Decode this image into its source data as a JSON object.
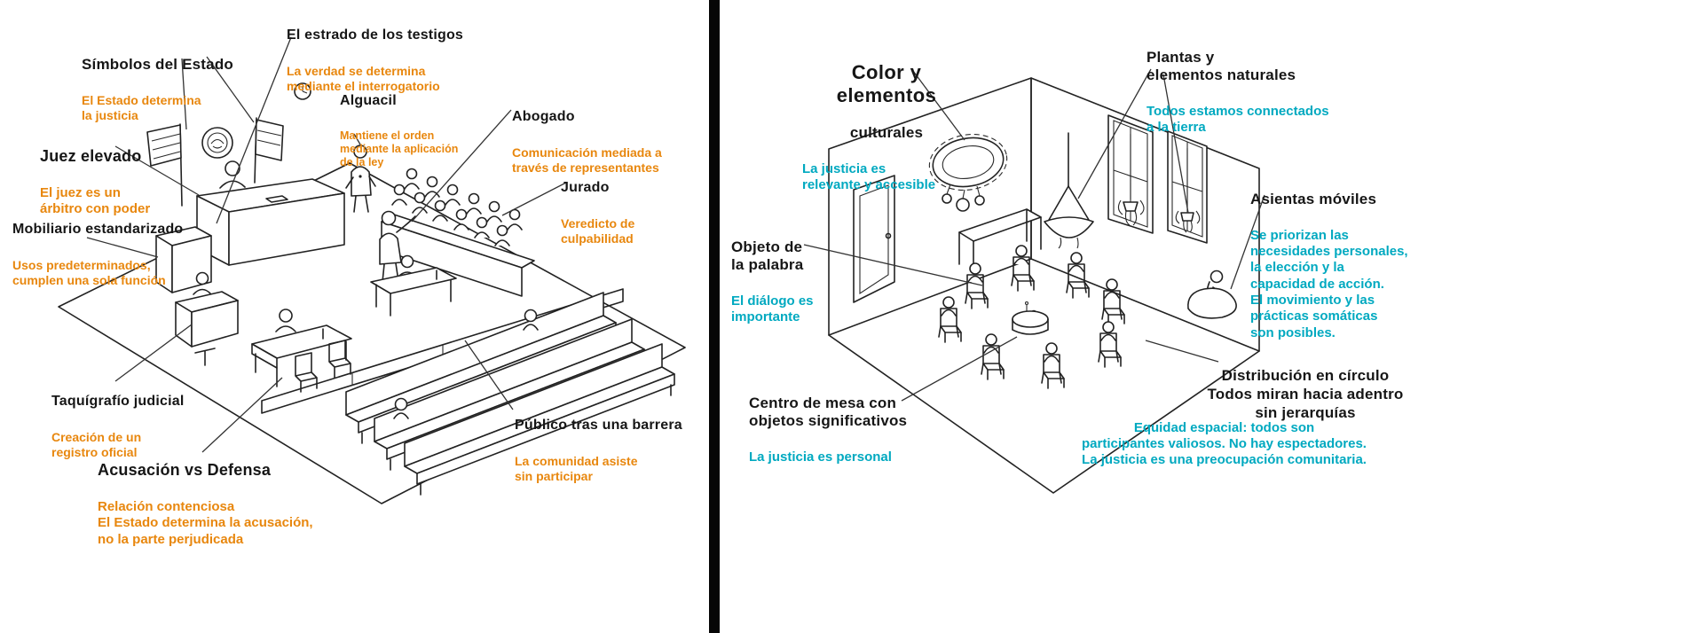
{
  "colors": {
    "ink": "#1b1b1b",
    "left_note_accent": "#e8870e",
    "right_note_accent": "#00a9c0",
    "divider": "#060606",
    "background": "#ffffff"
  },
  "left": {
    "annotations": [
      {
        "label": "Símbolos del Estado",
        "note": "El Estado determina\nla justicia"
      },
      {
        "label": "El estrado de los testigos",
        "note": "La verdad se determina\nmediante el interrogatorio"
      },
      {
        "label": "Alguacil",
        "note": "Mantiene el orden\nmediante la aplicación\nde la ley"
      },
      {
        "label": "Abogado",
        "note": "Comunicación mediada a\ntravés de representantes"
      },
      {
        "label": "Juez elevado",
        "note": "El juez es un\nárbitro con poder"
      },
      {
        "label": "Jurado",
        "note": "Veredicto de culpabilidad"
      },
      {
        "label": "Mobiliario estandarizado",
        "note": "Usos predeterminados,\ncumplen una sola función"
      },
      {
        "label": "Taquígrafío judicial",
        "note": "Creación de un\nregistro oficial"
      },
      {
        "label": "Acusación vs Defensa",
        "note": "Relación contenciosa\nEl Estado determina la acusación,\nno la parte perjudicada"
      },
      {
        "label": "Público tras una barrera",
        "note": "La comunidad asiste\nsin participar"
      }
    ]
  },
  "right": {
    "annotations": [
      {
        "label": "Color y elementos",
        "label2": "culturales",
        "note": "La justicia es\nrelevante y accesible"
      },
      {
        "label": "Plantas y\nelementos naturales",
        "note": "Todos estamos connectados\na la tierra"
      },
      {
        "label": "Asientas móviles",
        "note": "Se priorizan las\nnecesidades personales,\nla elección y la\ncapacidad de acción.\nEl movimiento y las\nprácticas somáticas\nson posibles."
      },
      {
        "label": "Objeto de\nla palabra",
        "note": "El diálogo es\nimportante"
      },
      {
        "label": "Centro de mesa con\nobjetos significativos",
        "note": "La justicia es personal"
      },
      {
        "label": "Distribución en círculo\nTodos miran hacia adentro\nsin jerarquías",
        "note": "Equidad espacial: todos son\nparticipantes valiosos. No hay espectadores.\nLa justicia es una preocupación comunitaria."
      }
    ]
  }
}
